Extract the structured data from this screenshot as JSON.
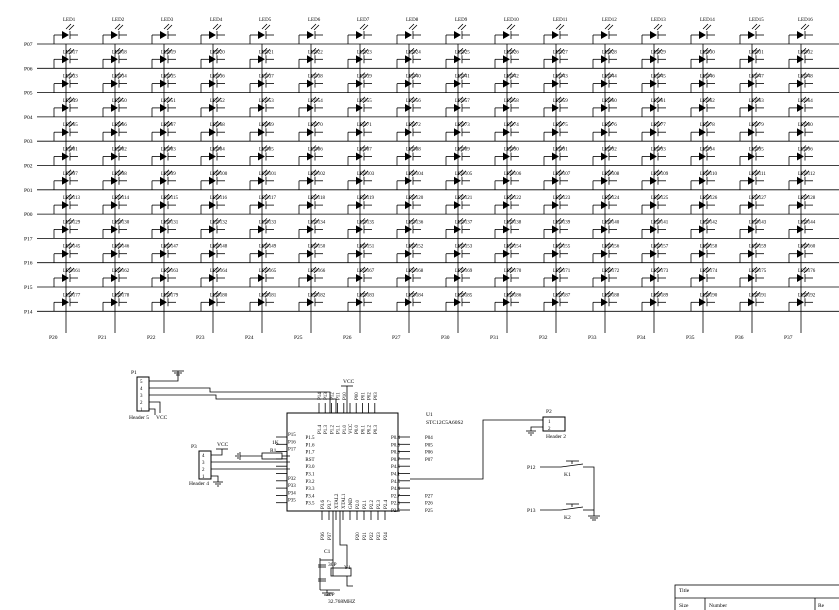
{
  "matrix": {
    "row_labels": [
      "P07",
      "P06",
      "P05",
      "P04",
      "P03",
      "P02",
      "P01",
      "P00",
      "P17",
      "P16",
      "P15",
      "P14"
    ],
    "col_labels": [
      "P20",
      "P21",
      "P22",
      "P23",
      "P24",
      "P25",
      "P26",
      "P27",
      "P30",
      "P31",
      "P32",
      "P33",
      "P34",
      "P35",
      "P36",
      "P37"
    ],
    "led_prefix": "LED",
    "led_count": 192
  },
  "mcu": {
    "ref": "U1",
    "part": "STC12C5A60S2",
    "left_pins": [
      "P1.5",
      "P1.6",
      "P1.7",
      "RST",
      "P3.0",
      "P3.1",
      "P3.2",
      "P3.3",
      "P3.4",
      "P3.5"
    ],
    "left_nets": [
      "P15",
      "P16",
      "P17",
      "",
      "",
      "",
      "P32",
      "P33",
      "P34",
      "P35"
    ],
    "left_nums": [
      "1",
      "2",
      "3",
      "4",
      "5",
      "6",
      "7",
      "8",
      "9",
      "10"
    ],
    "top_pins": [
      "P1.4",
      "P1.3",
      "P1.2",
      "P1.1",
      "P1.0",
      "VCC",
      "P0.0",
      "P0.1",
      "P0.2",
      "P0.3"
    ],
    "top_nets": [
      "P14",
      "P13",
      "P12",
      "P11",
      "P10",
      "",
      "P00",
      "P01",
      "P02",
      "P03"
    ],
    "right_pins": [
      "P0.4",
      "P0.5",
      "P0.6",
      "P0.7",
      "P4.6",
      "P4.1",
      "P4.5",
      "P4.4",
      "P2.7",
      "P2.6",
      "P2.5"
    ],
    "right_nets": [
      "P04",
      "P05",
      "P06",
      "P07",
      "",
      "",
      "",
      "",
      "P27",
      "P26",
      "P25"
    ],
    "right_nums": [
      "33",
      "32",
      "31",
      "30",
      "29",
      "28",
      "27",
      "26",
      "25",
      "24",
      "23"
    ],
    "bottom_pins": [
      "P3.6",
      "P3.7",
      "XTAL2",
      "XTAL1",
      "GND",
      "P2.0",
      "P2.1",
      "P2.2",
      "P2.3",
      "P2.4"
    ],
    "bottom_nets": [
      "P36",
      "P37",
      "",
      "",
      "",
      "P20",
      "P21",
      "P22",
      "P23",
      "P24"
    ]
  },
  "p1": {
    "ref": "P1",
    "name": "Header 5",
    "pins": [
      "5",
      "4",
      "3",
      "2",
      "1"
    ],
    "vcc": "VCC"
  },
  "p2": {
    "ref": "P2",
    "name": "Header 2",
    "pins": [
      "1",
      "2"
    ]
  },
  "p3": {
    "ref": "P3",
    "name": "Header 4",
    "pins": [
      "4",
      "3",
      "2",
      "1"
    ],
    "vcc": "VCC"
  },
  "r1": {
    "ref": "R1",
    "value": "1K"
  },
  "vcc_top": "VCC",
  "crystal": {
    "c1": "C1",
    "c1_val": "30P",
    "c2_val": "30P",
    "y1": "Y1",
    "freq": "32.768MHZ"
  },
  "k1": {
    "ref": "K1",
    "net": "P12"
  },
  "k2": {
    "ref": "K2",
    "net": "P13"
  },
  "title_block": {
    "title": "Title",
    "size": "Size",
    "number": "Number",
    "rev": "Re"
  }
}
